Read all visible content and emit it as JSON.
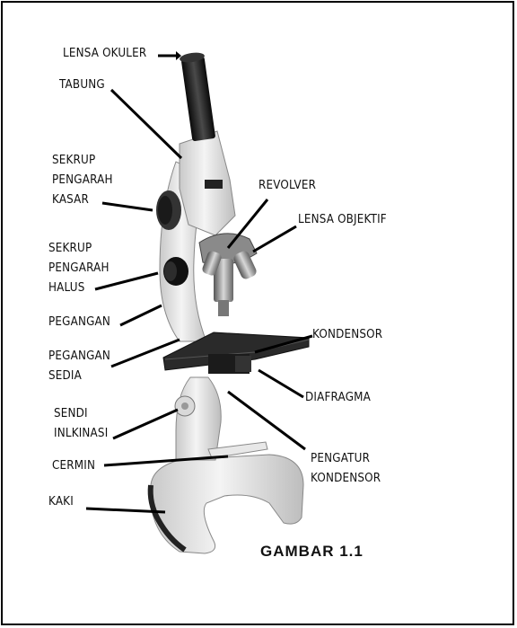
{
  "labels": {
    "lensa_okuler": "LENSA OKULER",
    "tabung": "TABUNG",
    "sekrup_kasar": "SEKRUP\nPENGARAH\nKASAR",
    "sekrup_halus": "SEKRUP\nPENGARAH\nHALUS",
    "pegangan": "PEGANGAN",
    "pegangan_sedia": "PEGANGAN\nSEDIA",
    "sendi": "SENDI\nINLKINASI",
    "cermin": "CERMIN",
    "kaki": "KAKI",
    "revolver": "REVOLVER",
    "lensa_objektif": "LENSA OBJEKTIF",
    "kondensor": "KONDENSOR",
    "diafragma": "DIAFRAGMA",
    "pengatur_kondensor": "PENGATUR\nKONDENSOR"
  },
  "caption": "GAMBAR 1.1"
}
